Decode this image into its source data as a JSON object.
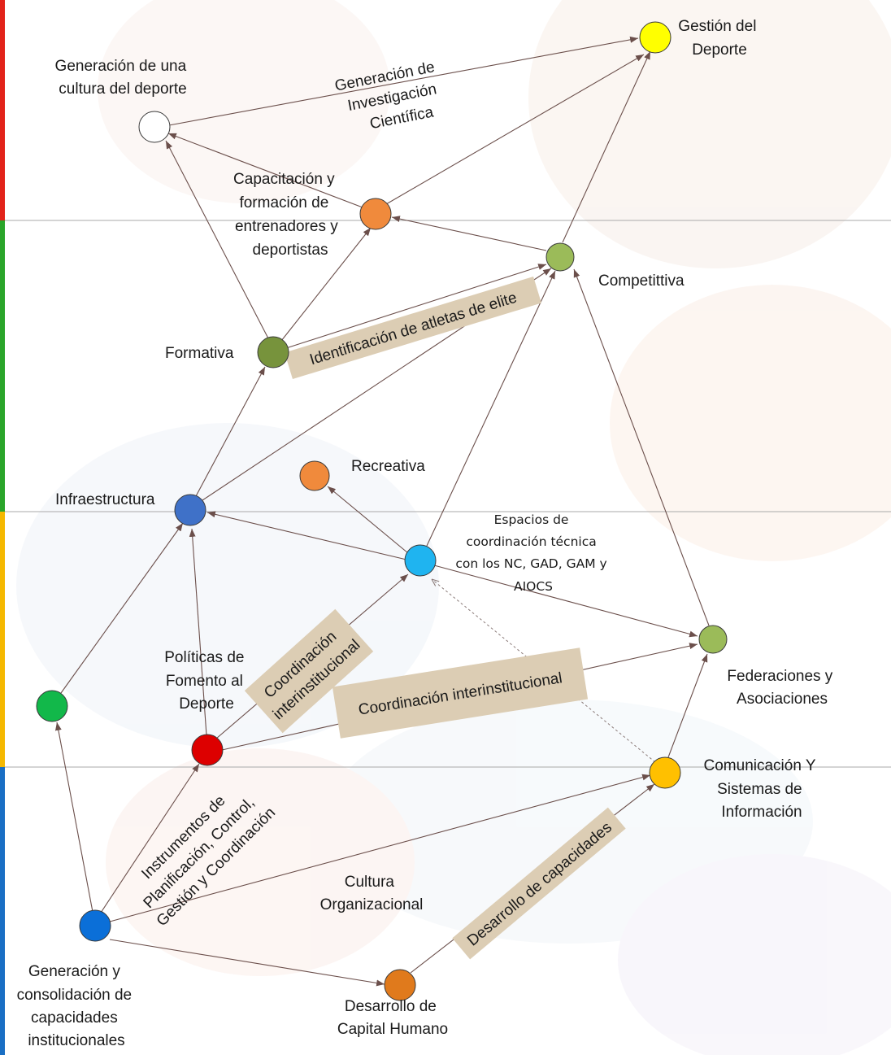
{
  "diagram": {
    "nodes": [
      {
        "id": "gestion",
        "label": [
          "Gestión del",
          "Deporte"
        ],
        "color": "#ffff00"
      },
      {
        "id": "cultura",
        "label": [
          "Generación de una",
          "cultura del deporte"
        ],
        "color": "#ffffff"
      },
      {
        "id": "capacitacion",
        "label": [
          "Capacitación y",
          "formación de",
          "entrenadores y",
          "deportistas"
        ],
        "color": "#f08a3c"
      },
      {
        "id": "competitiva",
        "label": [
          "Competittiva"
        ],
        "color": "#9bbb59"
      },
      {
        "id": "formativa",
        "label": [
          "Formativa"
        ],
        "color": "#77933c"
      },
      {
        "id": "infraestructura",
        "label": [
          "Infraestructura"
        ],
        "color": "#3f71c8"
      },
      {
        "id": "recreativa",
        "label": [
          "Recreativa"
        ],
        "color": "#f08a3c"
      },
      {
        "id": "espacios",
        "label": [
          "Espacios de",
          "coordinación técnica",
          "con los NC, GAD, GAM y",
          "AIOCS"
        ],
        "color": "#1fb4f0"
      },
      {
        "id": "federaciones",
        "label": [
          "Federaciones y",
          "Asociaciones"
        ],
        "color": "#9bbb59"
      },
      {
        "id": "politicas",
        "label": [
          "Políticas de",
          "Fomento al",
          "Deporte"
        ],
        "color": "#dd0000"
      },
      {
        "id": "verde",
        "label": [],
        "color": "#12b84a"
      },
      {
        "id": "comunicacion",
        "label": [
          "Comunicación Y",
          "Sistemas de",
          "Información"
        ],
        "color": "#ffc000"
      },
      {
        "id": "generacion_cap",
        "label": [
          "Generación y",
          "consolidación de",
          "capacidades",
          "institucionales"
        ],
        "color": "#0b6fd8"
      },
      {
        "id": "desarrollo",
        "label": [
          "Desarrollo de",
          "Capital Humano"
        ],
        "color": "#e07a1c"
      }
    ],
    "edge_labels": {
      "investigacion": [
        "Generación de",
        "Investigación",
        "Científica"
      ],
      "elite": "Identificación de atletas de elite",
      "coord_diag": [
        "Coordinación",
        "interinstitucional"
      ],
      "coord_horiz": "Coordinación interinstitucional",
      "instrumentos": [
        "Instrumentos de",
        "Planificación, Control,",
        "Gestión y Coordinación"
      ],
      "cultura_org": [
        "Cultura",
        "Organizacional"
      ],
      "desarrollo_cap": "Desarrollo de capacidades"
    },
    "bands": [
      {
        "name": "band-1",
        "color": "#e2231a"
      },
      {
        "name": "band-2",
        "color": "#2aa52a"
      },
      {
        "name": "band-3",
        "color": "#f5b800"
      },
      {
        "name": "band-4",
        "color": "#1a6fc4"
      }
    ]
  }
}
